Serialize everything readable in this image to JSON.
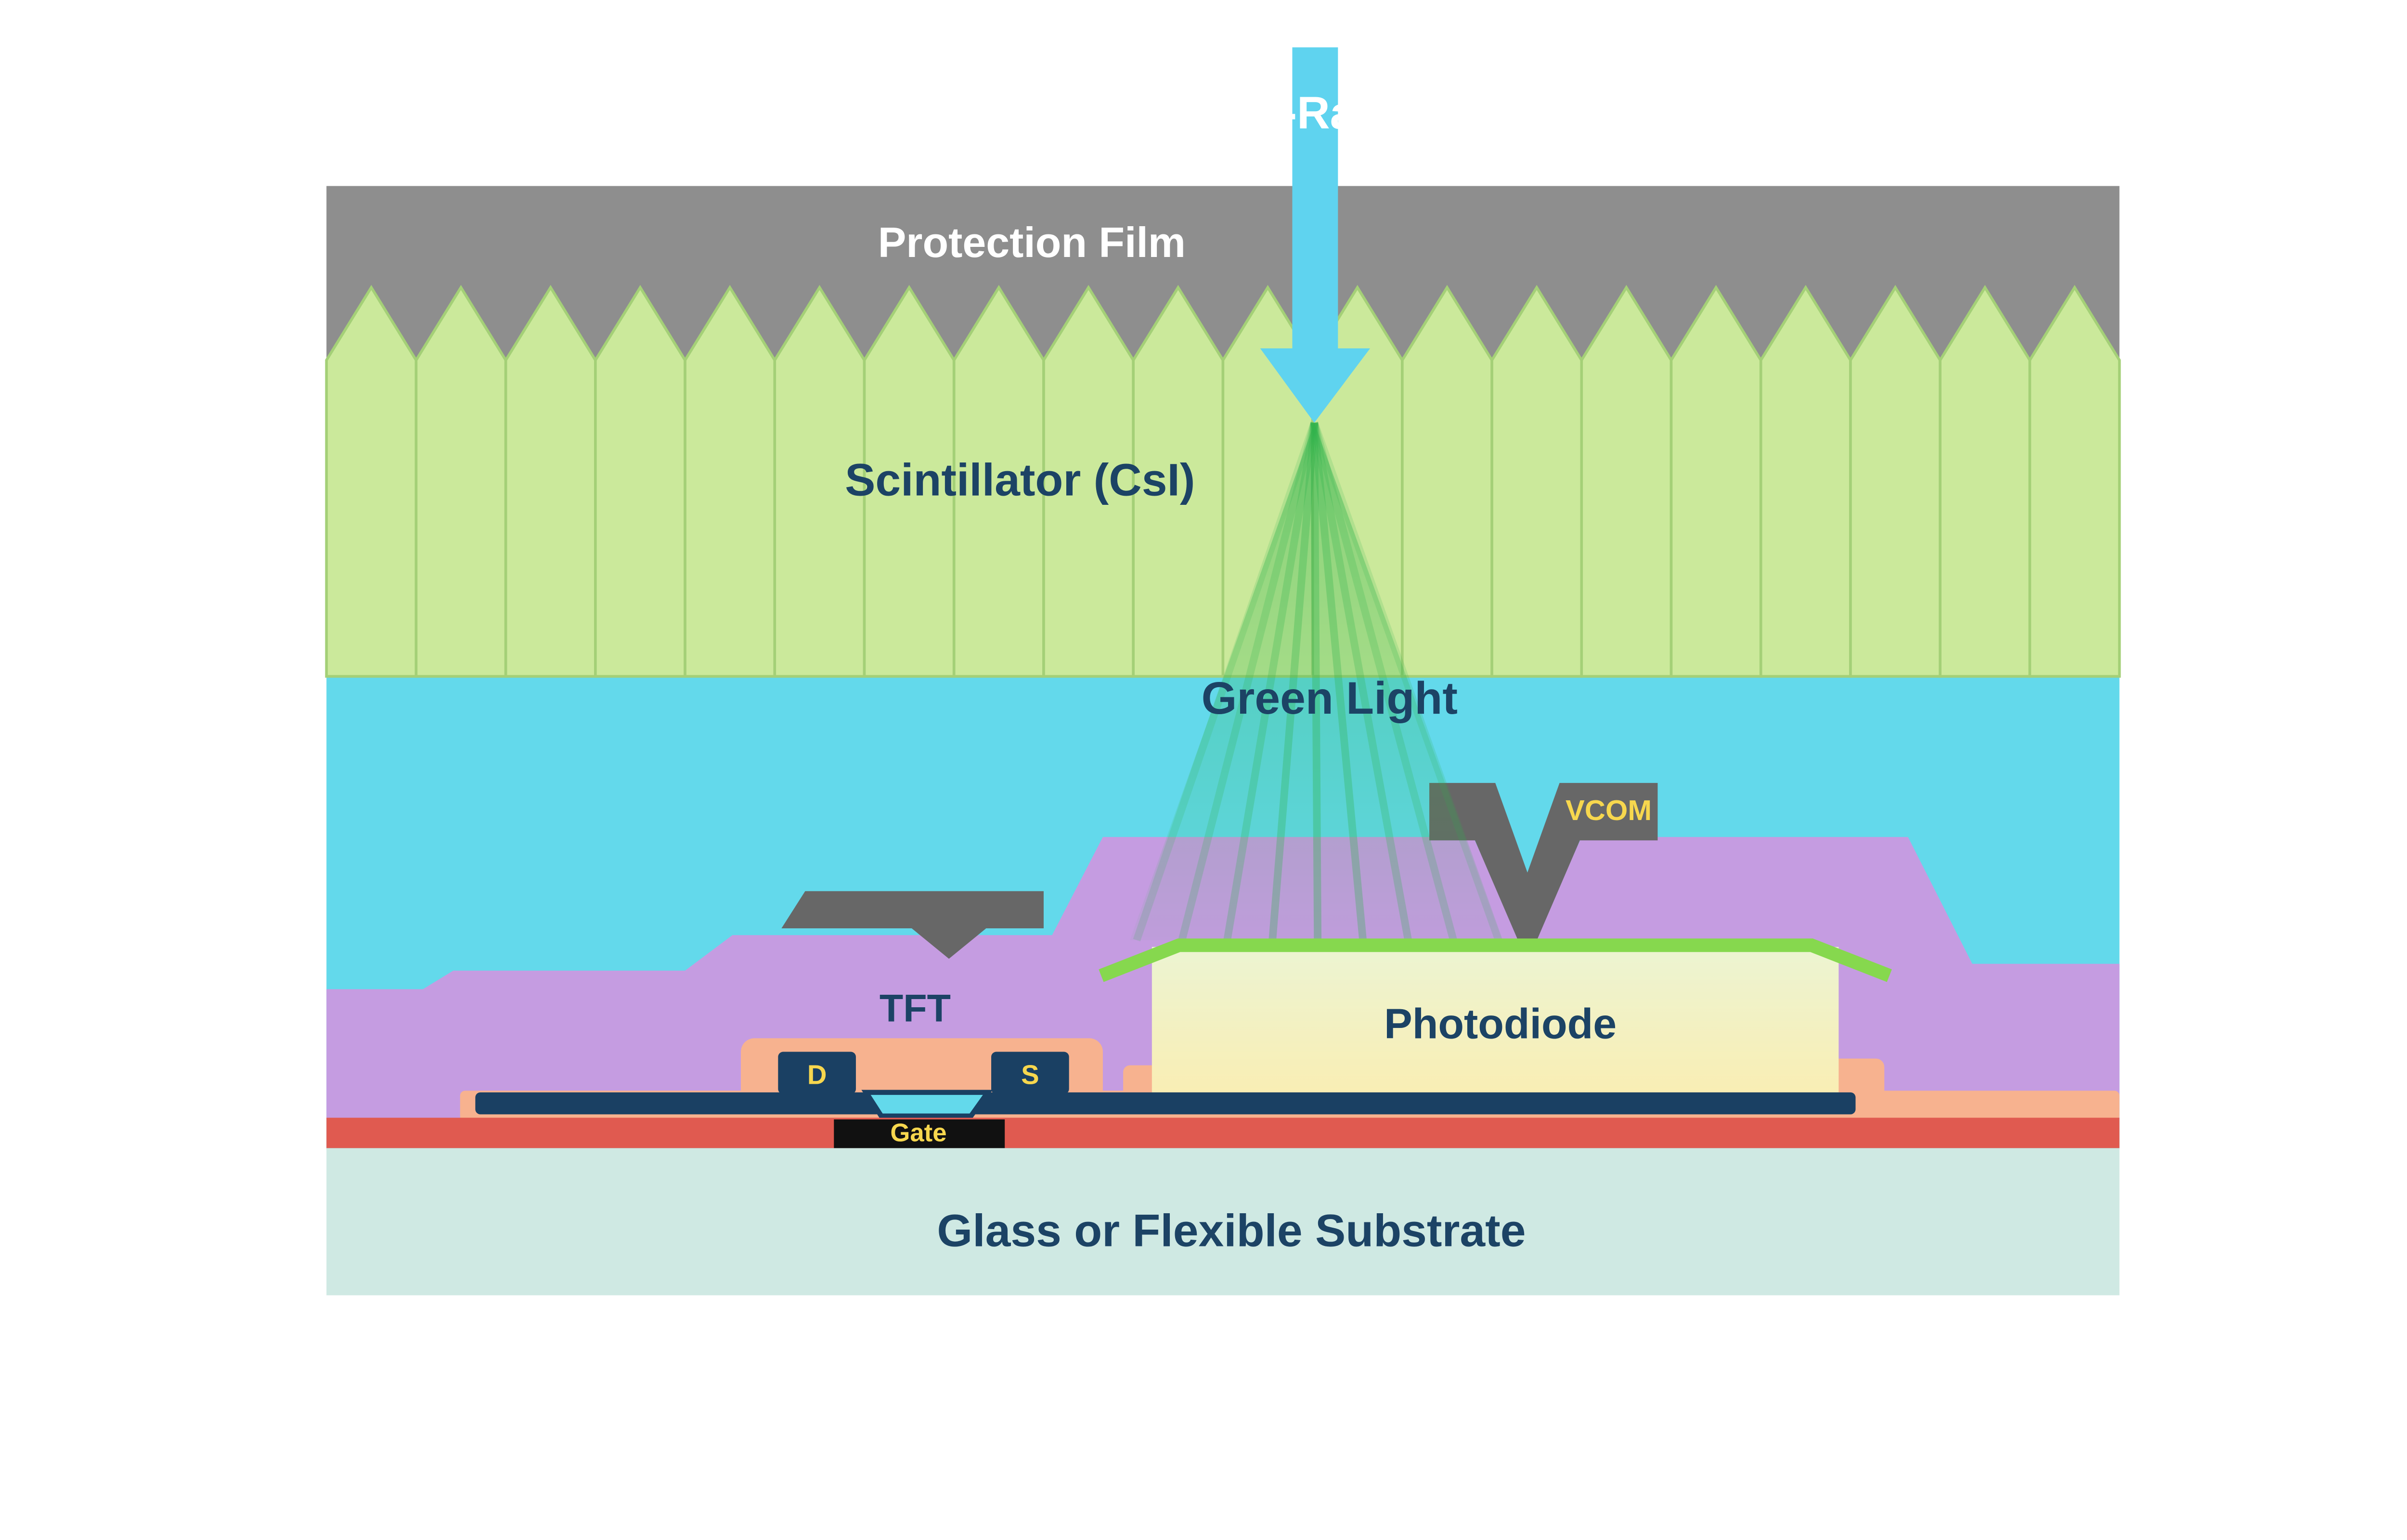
{
  "diagram": {
    "scintillator_columns": 20,
    "green_ray_count": 9
  },
  "labels": {
    "xray": "X-Ray",
    "protection_film": "Protection Film",
    "scintillator": "Scintillator (CsI)",
    "green_light": "Green Light",
    "vcom": "VCOM",
    "photodiode": "Photodiode",
    "tft": "TFT",
    "drain": "D",
    "source": "S",
    "gate": "Gate",
    "substrate": "Glass or Flexible Substrate"
  },
  "colors": {
    "background": "#ffffff",
    "protection_film_gray": "#8e8e8e",
    "scintillator_green": "#cbe99b",
    "scintillator_edge": "#a4d077",
    "cyan_layer": "#63d9eb",
    "xray_arrow": "#5fd3ef",
    "green_ray": "#2eb34c",
    "purple_layer": "#c59ce1",
    "gray_structure": "#676767",
    "photodiode_top": "#ecf4d2",
    "photodiode_bottom": "#f9eeb4",
    "photodiode_green_line": "#86d84e",
    "navy": "#1a4063",
    "salmon": "#f7b28f",
    "red_layer": "#e05a50",
    "substrate_teal": "#cfe9e3",
    "label_navy": "#1c4365",
    "label_yellow": "#f7d74e",
    "label_white": "#ffffff",
    "gate_black": "#111111"
  }
}
